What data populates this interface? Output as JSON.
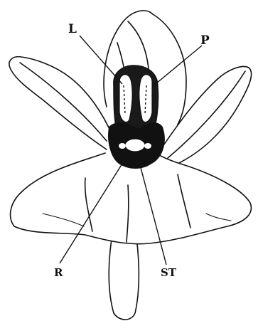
{
  "labels": {
    "L": "L",
    "P": "P",
    "R": "R",
    "ST": "ST"
  },
  "colors": {
    "ink": "#111111",
    "paper": "#ffffff"
  }
}
